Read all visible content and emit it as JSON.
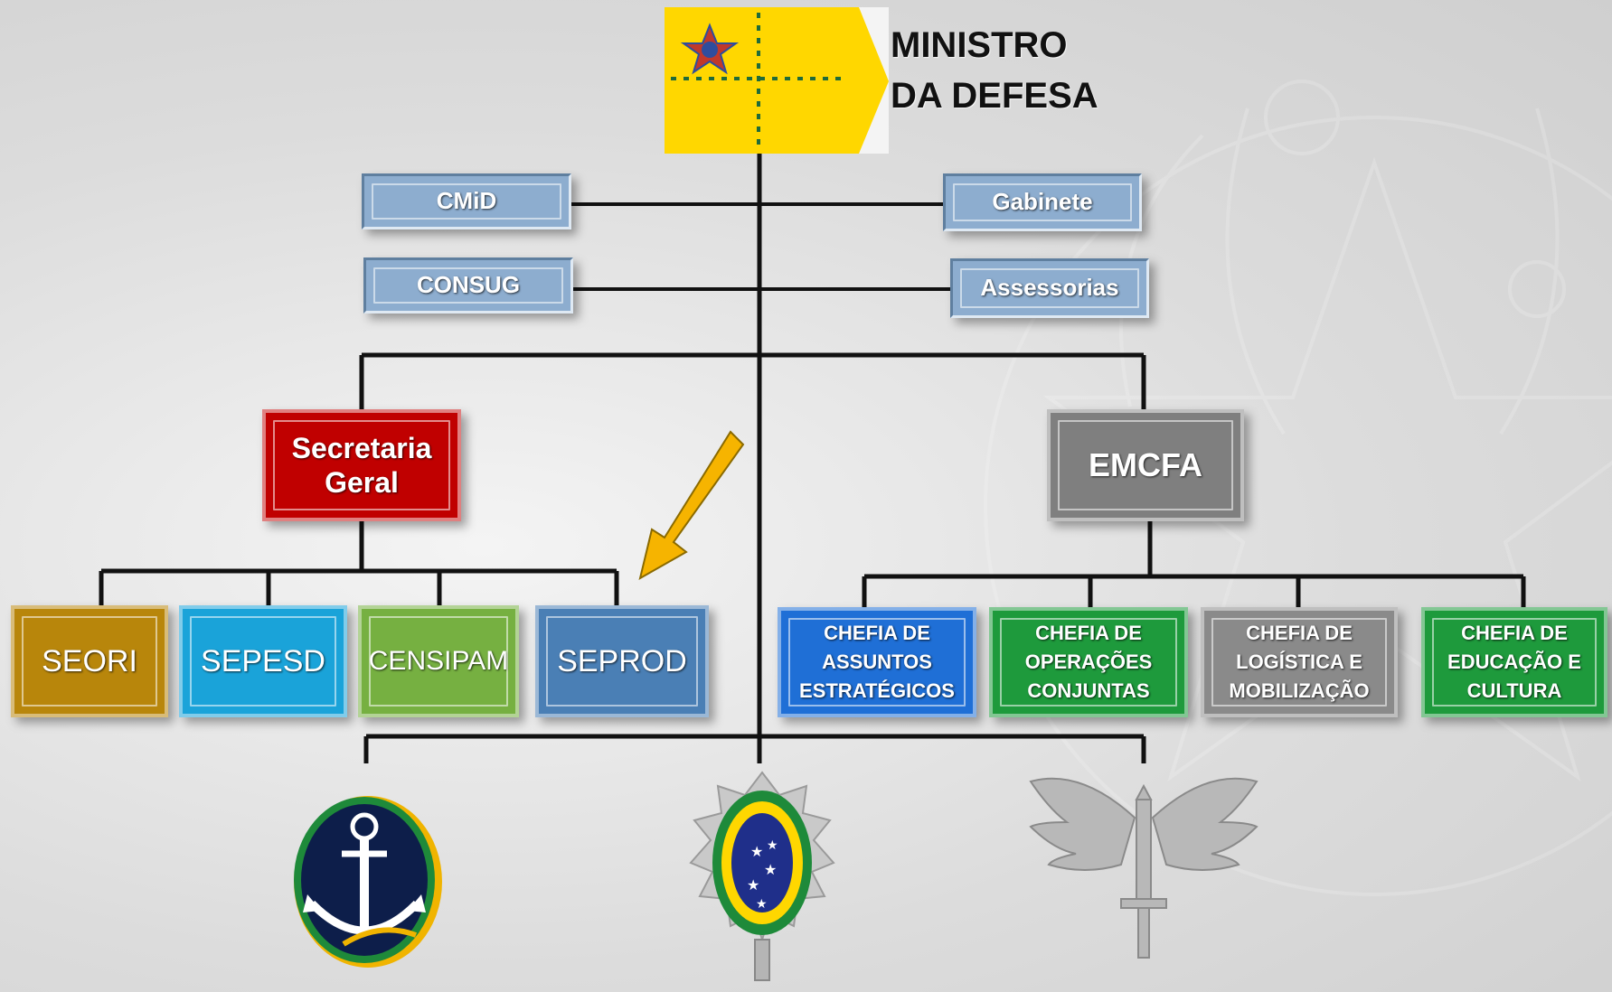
{
  "title": {
    "line1": "MINISTRO",
    "line2": "DA DEFESA"
  },
  "advisory": {
    "cmid": "CMiD",
    "consug": "CONSUG",
    "gabinete": "Gabinete",
    "assessorias": "Assessorias"
  },
  "secretaria": {
    "line1": "Secretaria",
    "line2": "Geral",
    "color": "#c00000"
  },
  "emcfa": {
    "label": "EMCFA",
    "color": "#7f7f7f"
  },
  "secretariats": [
    {
      "label": "SEORI",
      "color": "#b8860b"
    },
    {
      "label": "SEPESD",
      "color": "#1aa3d9"
    },
    {
      "label": "CENSIPAM",
      "color": "#76b041"
    },
    {
      "label": "SEPROD",
      "color": "#4a7fb5"
    }
  ],
  "chefias": [
    {
      "lines": [
        "CHEFIA DE",
        "ASSUNTOS",
        "ESTRATÉGICOS"
      ],
      "color": "#1f6fd6"
    },
    {
      "lines": [
        "CHEFIA DE",
        "OPERAÇÕES",
        "CONJUNTAS"
      ],
      "color": "#1e9a3c"
    },
    {
      "lines": [
        "CHEFIA DE",
        "LOGÍSTICA E",
        "MOBILIZAÇÃO"
      ],
      "color": "#8a8a8a"
    },
    {
      "lines": [
        "CHEFIA DE",
        "EDUCAÇÃO E",
        "CULTURA"
      ],
      "color": "#1e9a3c"
    }
  ],
  "colors": {
    "flag": "#ffd700",
    "line": "#111111",
    "arrow": "#f6b400"
  },
  "icons": [
    "flag-icon",
    "arrow-icon",
    "navy-emblem-icon",
    "army-emblem-icon",
    "air-force-emblem-icon"
  ]
}
